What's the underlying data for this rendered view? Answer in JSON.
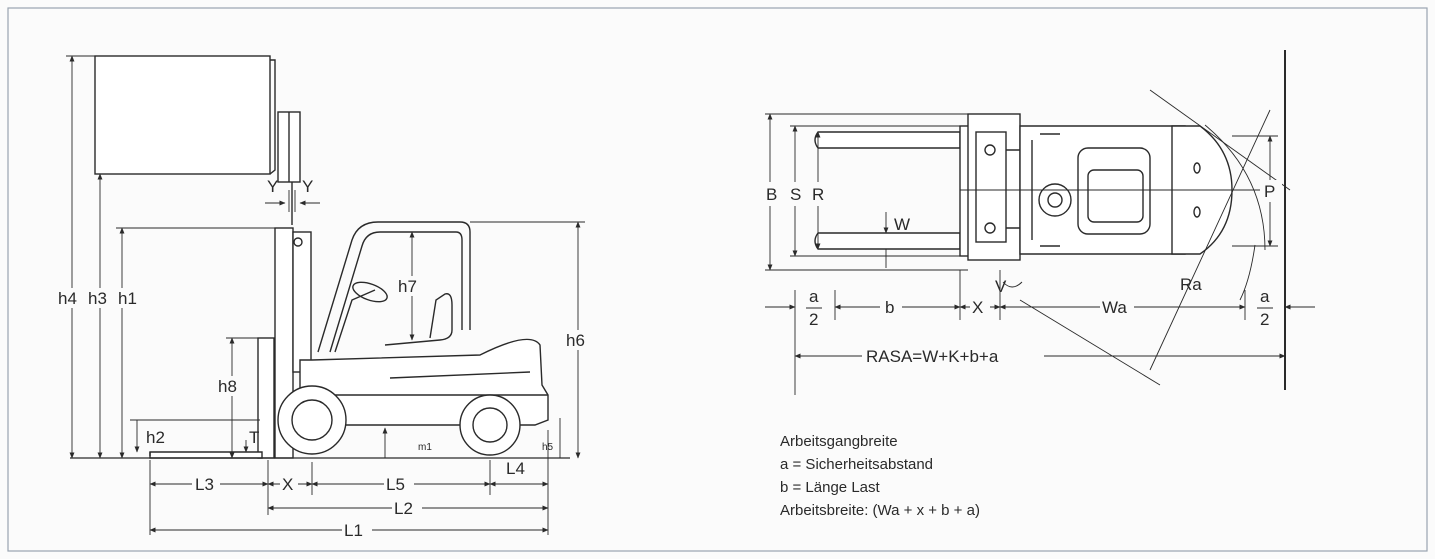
{
  "side_view": {
    "labels": {
      "h4": "h4",
      "h3": "h3",
      "h1": "h1",
      "h7": "h7",
      "h6": "h6",
      "h8": "h8",
      "h2": "h2",
      "T": "T",
      "h5": "h5",
      "m1": "m1",
      "Y_left": "Y",
      "Y_right": "Y",
      "L3": "L3",
      "X": "X",
      "L5": "L5",
      "L4": "L4",
      "L2": "L2",
      "L1": "L1"
    }
  },
  "top_view": {
    "labels": {
      "B": "B",
      "S": "S",
      "R": "R",
      "W": "W",
      "P": "P",
      "Ra": "Ra",
      "V": "V",
      "a_num_left": "a",
      "a_den_left": "2",
      "b": "b",
      "X": "X",
      "Wa": "Wa",
      "a_num_right": "a",
      "a_den_right": "2",
      "rasa": "RASA=W+K+b+a"
    }
  },
  "legend": {
    "title": "Arbeitsgangbreite",
    "line_a": "a = Sicherheitsabstand",
    "line_b": "b = Länge Last",
    "line_formula": "Arbeitsbreite: (Wa + x + b + a)"
  },
  "colors": {
    "line": "#2a2a2a",
    "frame": "#9aa4b0",
    "background": "#fbfbfb"
  }
}
